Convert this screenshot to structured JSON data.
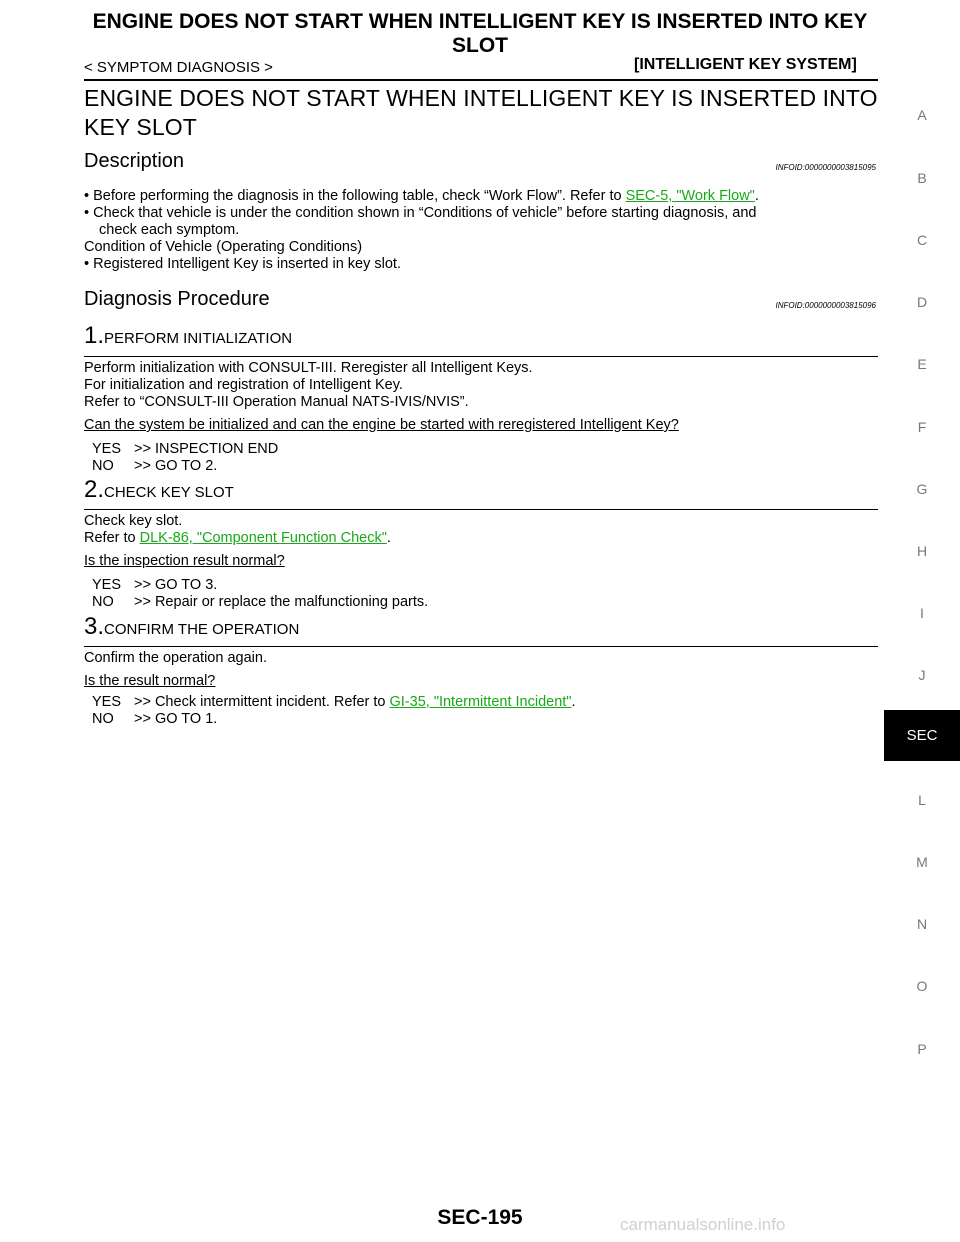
{
  "header": {
    "title_line1": "ENGINE DOES NOT START WHEN INTELLIGENT KEY IS INSERTED INTO KEY",
    "title_line2": "SLOT",
    "left": "< SYMPTOM DIAGNOSIS >",
    "right": "[INTELLIGENT KEY SYSTEM]"
  },
  "main_title_line1": "ENGINE DOES NOT START WHEN INTELLIGENT KEY IS INSERTED INTO",
  "main_title_line2": "KEY SLOT",
  "description": {
    "heading": "Description",
    "infoid": "INFOID:0000000003815095",
    "bullet1_text": "Before performing the diagnosis in the following table, check “Work Flow”. Refer to ",
    "bullet1_link": "SEC-5, \"Work Flow\"",
    "bullet1_end": ".",
    "bullet2_line1": "Check that vehicle is under the condition shown in “Conditions of vehicle” before starting diagnosis, and",
    "bullet2_line2": "check each symptom.",
    "condition": "Condition of Vehicle (Operating Conditions)",
    "bullet3": "Registered Intelligent Key is inserted in key slot."
  },
  "procedure": {
    "heading": "Diagnosis Procedure",
    "infoid": "INFOID:0000000003815096",
    "step1": {
      "num": "1.",
      "title": "PERFORM INITIALIZATION",
      "line1": "Perform initialization with CONSULT-III. Reregister all Intelligent Keys.",
      "line2": "For initialization and registration of Intelligent Key.",
      "line3": "Refer to “CONSULT-III Operation Manual NATS-IVIS/NVIS”.",
      "question": "Can the system be initialized and can the engine be started with reregistered Intelligent Key?",
      "yes_key": "YES",
      "yes": ">> INSPECTION END",
      "no_key": "NO",
      "no": ">> GO TO 2."
    },
    "step2": {
      "num": "2.",
      "title": "CHECK KEY SLOT",
      "line1": "Check key slot.",
      "refer": "Refer to ",
      "link": "DLK-86, \"Component Function Check\"",
      "end": ".",
      "question": "Is the inspection result normal?",
      "yes_key": "YES",
      "yes": ">> GO TO 3.",
      "no_key": "NO",
      "no": ">> Repair or replace the malfunctioning parts."
    },
    "step3": {
      "num": "3.",
      "title": "CONFIRM THE OPERATION",
      "line1": "Confirm the operation again.",
      "question": "Is the result normal?",
      "yes_key": "YES",
      "yes": ">> Check intermittent incident. Refer to ",
      "yes_link": "GI-35, \"Intermittent Incident\"",
      "yes_end": ".",
      "no_key": "NO",
      "no": ">> GO TO 1."
    }
  },
  "side_index": [
    "A",
    "B",
    "C",
    "D",
    "E",
    "F",
    "G",
    "H",
    "I",
    "J",
    "L",
    "M",
    "N",
    "O",
    "P"
  ],
  "side_tab": "SEC",
  "footer": "SEC-195",
  "watermark": "carmanualsonline.info",
  "colors": {
    "link": "#1aa81a",
    "tab_bg": "#000000"
  }
}
